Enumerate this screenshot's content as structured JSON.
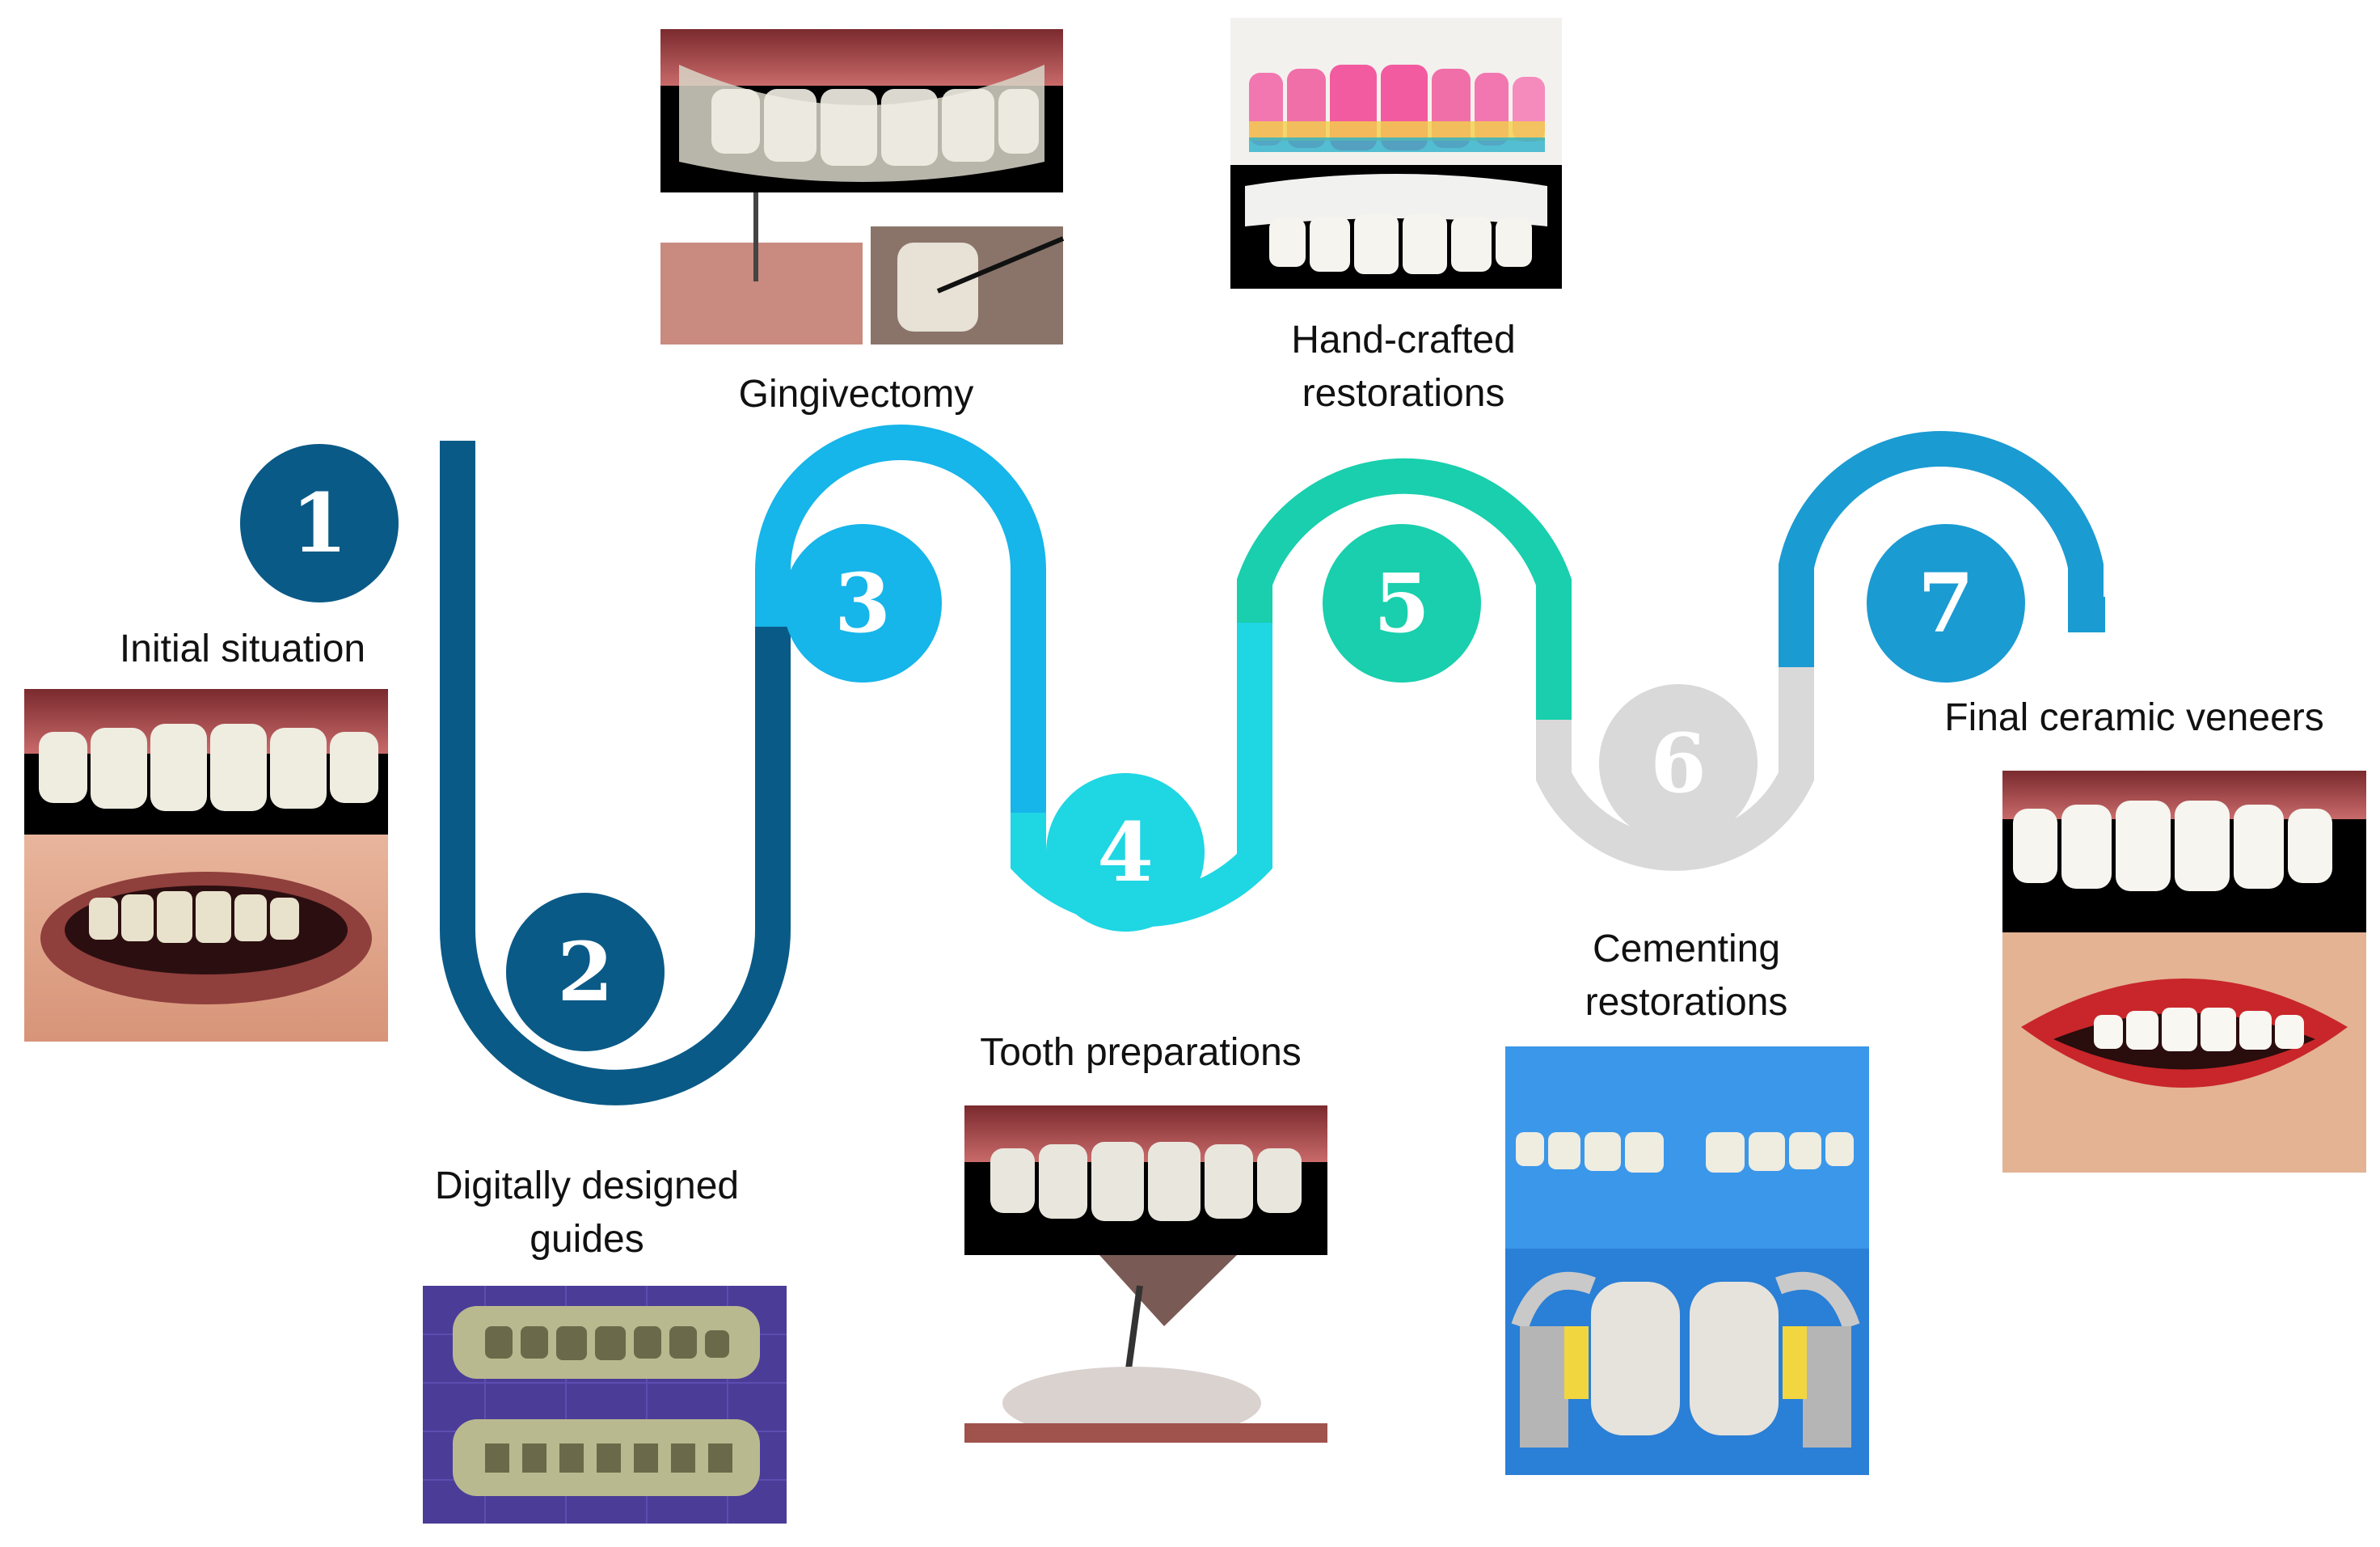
{
  "colors": {
    "step1": "#0a5a87",
    "step2": "#0a5a87",
    "step3": "#16b5ea",
    "step4": "#1fd6e3",
    "step5": "#19cfad",
    "step6": "#d9d9d9",
    "step7": "#1a9bd2",
    "background": "#ffffff",
    "gum": "#b8575a",
    "tooth": "#efece0",
    "lip": "#c8262a",
    "blue_backdrop": "#2a8ae0",
    "purple_grid": "#4b3c98"
  },
  "steps": [
    {
      "number": "1",
      "label_lines": [
        "Initial situation"
      ],
      "icon": "smile-photo"
    },
    {
      "number": "2",
      "label_lines": [
        "Digitally designed",
        "guides"
      ],
      "icon": "digital-model-render"
    },
    {
      "number": "3",
      "label_lines": [
        "Gingivectomy"
      ],
      "icon": "gingivectomy-photo"
    },
    {
      "number": "4",
      "label_lines": [
        "Tooth preparations"
      ],
      "icon": "preparation-photo"
    },
    {
      "number": "5",
      "label_lines": [
        "Hand-crafted",
        "restorations"
      ],
      "icon": "ceramic-model-photo"
    },
    {
      "number": "6",
      "label_lines": [
        "Cementing",
        "restorations"
      ],
      "icon": "cementing-photo"
    },
    {
      "number": "7",
      "label_lines": [
        "Final ceramic veneers"
      ],
      "icon": "final-smile-photo"
    }
  ]
}
